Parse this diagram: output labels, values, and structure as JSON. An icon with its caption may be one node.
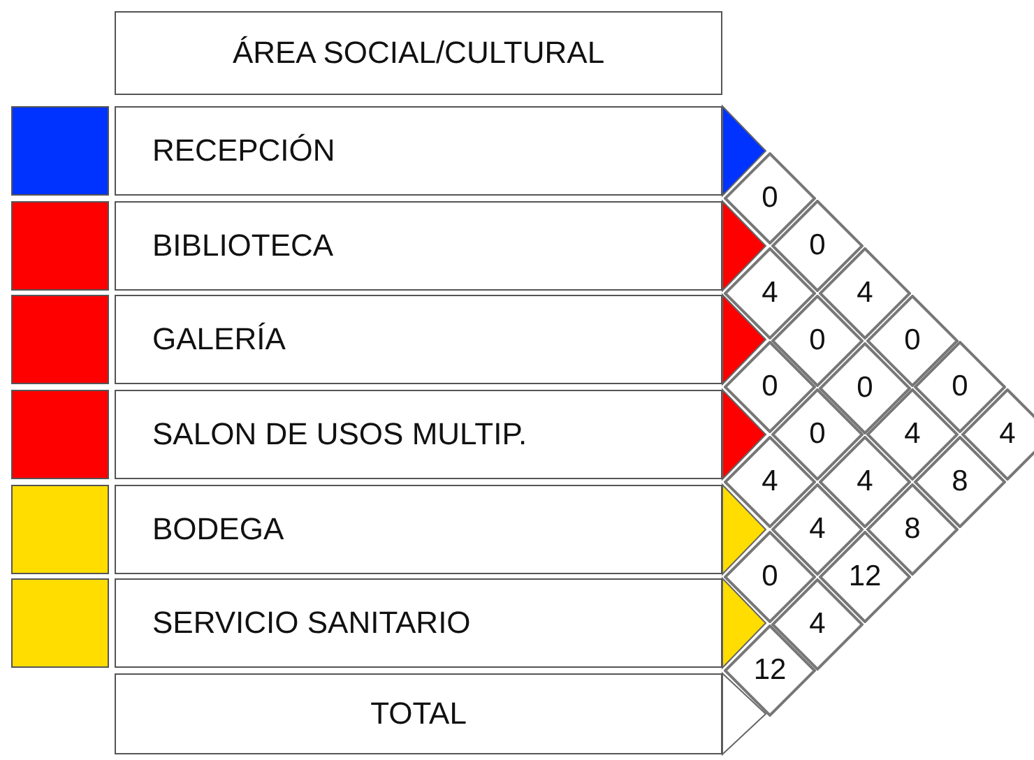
{
  "diagram": {
    "nodes": [
      {
        "text": [
          "ÁREA SOCIAL/CULTURAL"
        ]
      },
      {
        "text": [],
        "shape": "box"
      },
      {
        "text": [
          "RECEPCIÓN"
        ]
      },
      {
        "text": [],
        "shape": "box"
      },
      {
        "text": [
          "BIBLIOTECA"
        ]
      },
      {
        "text": [],
        "shape": "box"
      },
      {
        "text": [
          "GALERÍA"
        ]
      },
      {
        "text": [],
        "shape": "box"
      },
      {
        "text": [
          "SALON DE USOS MULTIP."
        ]
      },
      {
        "text": [],
        "shape": "box"
      },
      {
        "text": [
          "BODEGA"
        ]
      },
      {
        "text": [],
        "shape": "box"
      },
      {
        "text": [
          "SERVICIO SANITARIO"
        ]
      },
      {
        "text": [
          "TOTAL"
        ]
      },
      {
        "text": [
          "0"
        ]
      },
      {
        "text": [
          "0"
        ]
      },
      {
        "text": [
          "4"
        ]
      },
      {
        "text": [
          "4"
        ]
      },
      {
        "text": [
          "0"
        ]
      },
      {
        "text": [
          "0"
        ]
      },
      {
        "text": [
          "0"
        ]
      },
      {
        "text": [
          "0"
        ]
      },
      {
        "text": [
          "0"
        ]
      },
      {
        "text": [
          "0"
        ]
      },
      {
        "text": [
          "4"
        ]
      },
      {
        "text": [
          "4"
        ]
      },
      {
        "text": [
          "4"
        ]
      },
      {
        "text": [
          "4"
        ]
      },
      {
        "text": [
          "8"
        ]
      },
      {
        "text": [
          "4"
        ]
      },
      {
        "text": [
          "8"
        ]
      },
      {
        "text": [
          "0"
        ]
      },
      {
        "text": [
          "12"
        ]
      },
      {
        "text": [
          "4"
        ]
      },
      {
        "text": [
          "12"
        ]
      }
    ],
    "edges": []
  }
}
